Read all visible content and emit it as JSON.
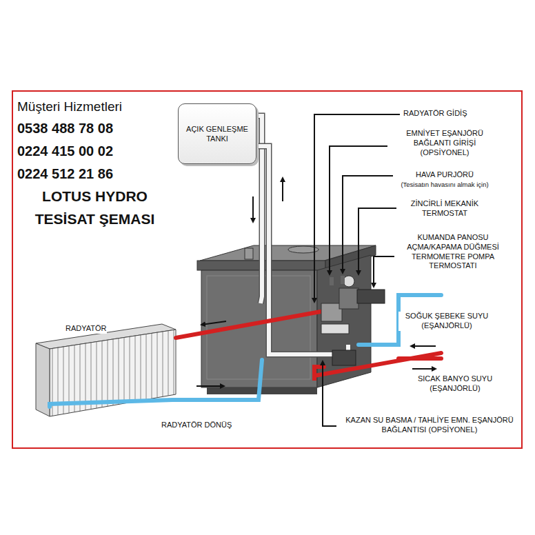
{
  "diagram": {
    "title": "LOTUS HYDRO TESİSAT ŞEMASI",
    "nodes": [
      {
        "text": [
          "AÇIK GENLEŞME TANKI"
        ]
      }
    ],
    "labels": [
      "Müşteri Hizmetleri",
      "0538 488 78 08",
      "0224 415 00 02",
      "0224 512 21 86",
      "RADYATÖR GİDİŞ",
      "EMNİYET EŞANJÖRÜ BAĞLANTI GİRİŞİ (OPSİYONEL)",
      "HAVA PURJÖRÜ",
      "(Tesisatın havasını almak için)",
      "ZİNCİRLİ MEKANİK TERMOSTAT",
      "KUMANDA PANOSU AÇMA/KAPAMA DÜĞMESİ TERMOMETRE POMPA TERMOSTATI",
      "SOĞUK ŞEBEKE SUYU (EŞANJÖRLÜ)",
      "SICAK BANYO SUYU (EŞANJÖRLÜ)",
      "RADYATÖR",
      "RADYATÖR DÖNÜŞ",
      "KAZAN SU BASMA / TAHLİYE EMN. EŞANJÖRÜ BAĞLANTISI (OPSİYONEL)"
    ]
  }
}
